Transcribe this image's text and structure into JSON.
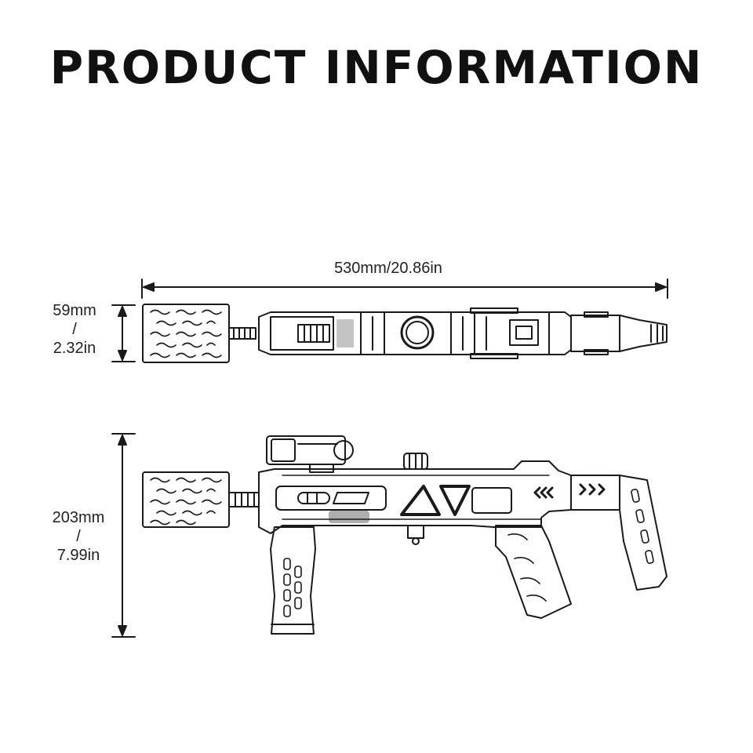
{
  "title": "PRODUCT INFORMATION",
  "dimensions": {
    "length": "530mm/20.86in",
    "top_height": {
      "metric": "59mm",
      "separator": "/",
      "imperial": "2.32in"
    },
    "side_height": {
      "metric": "203mm",
      "separator": "/",
      "imperial": "7.99in"
    }
  },
  "colors": {
    "line": "#1a1a1a",
    "background": "#ffffff"
  }
}
